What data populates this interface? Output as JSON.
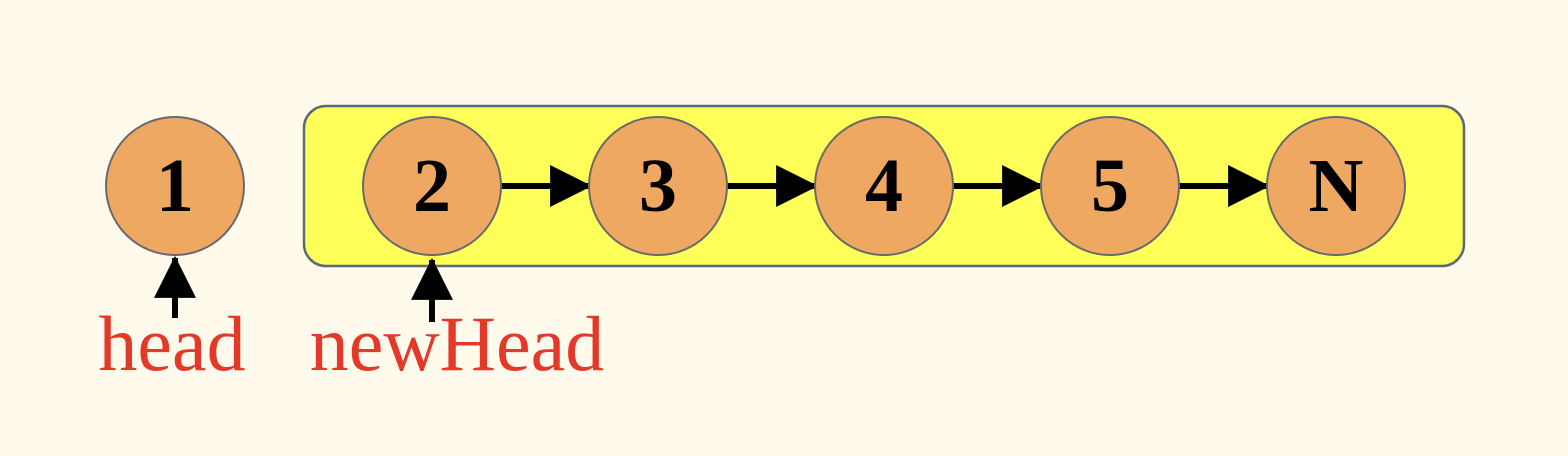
{
  "colors": {
    "background": "#fffaeb",
    "sublist_fill": "#ffff59",
    "sublist_stroke": "#5a6a78",
    "node_fill": "#eea862",
    "node_stroke": "#6a6a6a",
    "arrow": "#000000",
    "pointer_label": "#e3392a"
  },
  "nodes": [
    {
      "label": "1"
    },
    {
      "label": "2"
    },
    {
      "label": "3"
    },
    {
      "label": "4"
    },
    {
      "label": "5"
    },
    {
      "label": "N"
    }
  ],
  "pointers": [
    {
      "label": "head",
      "target_node": 0
    },
    {
      "label": "newHead",
      "target_node": 1
    }
  ],
  "links": [
    {
      "from": 1,
      "to": 2
    },
    {
      "from": 2,
      "to": 3
    },
    {
      "from": 3,
      "to": 4
    },
    {
      "from": 4,
      "to": 5
    }
  ]
}
